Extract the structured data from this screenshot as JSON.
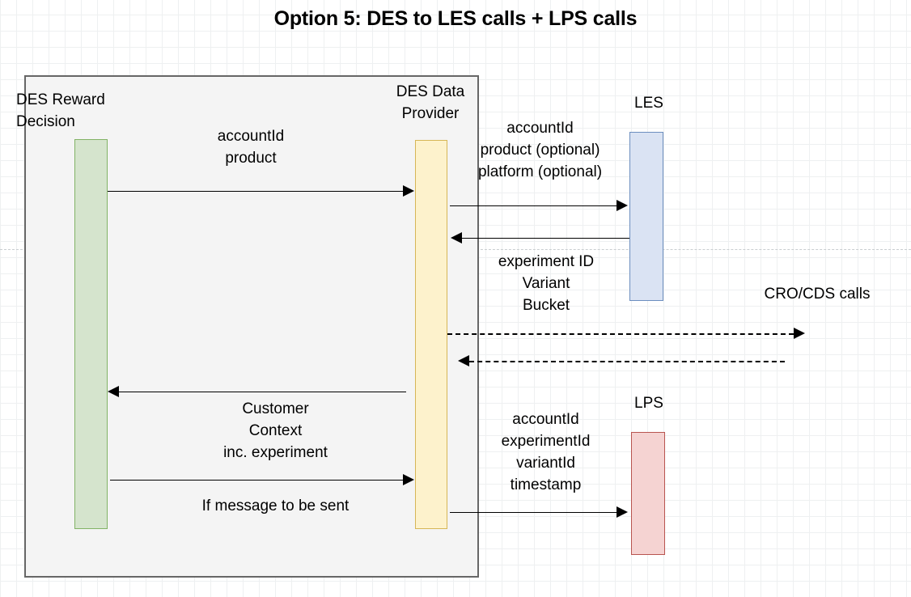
{
  "title": "Option 5: DES to LES calls + LPS calls",
  "diagram": {
    "type": "sequence-diagram",
    "background": "graph-paper-grid",
    "container": {
      "name": "des-boundary",
      "fill": "#f4f4f4",
      "stroke": "#666666"
    },
    "participants": [
      {
        "id": "des-reward-decision",
        "label": "DES Reward\nDecision",
        "label_line1": "DES Reward",
        "label_line2": "Decision",
        "bar_fill": "#d5e4cd",
        "bar_stroke": "#82b366",
        "inside_container": true
      },
      {
        "id": "des-data-provider",
        "label": "DES Data\nProvider",
        "label_line1": "DES Data",
        "label_line2": "Provider",
        "bar_fill": "#fdf2cc",
        "bar_stroke": "#d6b656",
        "inside_container": true
      },
      {
        "id": "les",
        "label": "LES",
        "bar_fill": "#dae3f3",
        "bar_stroke": "#6c8ebf",
        "inside_container": false
      },
      {
        "id": "lps",
        "label": "LPS",
        "bar_fill": "#f5d3d2",
        "bar_stroke": "#b85450",
        "inside_container": false
      }
    ],
    "external_label": "CRO/CDS calls",
    "messages": [
      {
        "id": "msg-1",
        "from": "des-reward-decision",
        "to": "des-data-provider",
        "direction": "right",
        "style": "solid",
        "text_lines": [
          "accountId",
          "product"
        ]
      },
      {
        "id": "msg-2",
        "from": "des-data-provider",
        "to": "les",
        "direction": "right",
        "style": "solid",
        "text_lines": [
          "accountId",
          "product (optional)",
          "platform (optional)"
        ]
      },
      {
        "id": "msg-3",
        "from": "les",
        "to": "des-data-provider",
        "direction": "left",
        "style": "solid",
        "text_lines": [
          "experiment ID",
          "Variant",
          "Bucket"
        ]
      },
      {
        "id": "msg-4",
        "from": "des-data-provider",
        "to": "cro-cds",
        "direction": "right",
        "style": "dashed",
        "text_lines": []
      },
      {
        "id": "msg-5",
        "from": "cro-cds",
        "to": "des-data-provider",
        "direction": "left",
        "style": "dashed",
        "text_lines": []
      },
      {
        "id": "msg-6",
        "from": "des-data-provider",
        "to": "des-reward-decision",
        "direction": "left",
        "style": "solid",
        "text_lines": [
          "Customer",
          "Context",
          "inc. experiment"
        ]
      },
      {
        "id": "msg-7",
        "from": "des-reward-decision",
        "to": "des-data-provider",
        "direction": "right",
        "style": "solid",
        "text_lines": [
          "If message to be sent"
        ]
      },
      {
        "id": "msg-8",
        "from": "des-data-provider",
        "to": "lps",
        "direction": "right",
        "style": "solid",
        "text_lines": [
          "accountId",
          "experimentId",
          "variantId",
          "timestamp"
        ]
      }
    ]
  },
  "labels": {
    "des_reward_l1": "DES Reward",
    "des_reward_l2": "Decision",
    "des_data_l1": "DES Data",
    "des_data_l2": "Provider",
    "les": "LES",
    "lps": "LPS",
    "cro_cds": "CRO/CDS calls",
    "msg1_l1": "accountId",
    "msg1_l2": "product",
    "msg2_l1": "accountId",
    "msg2_l2": "product (optional)",
    "msg2_l3": "platform (optional)",
    "msg3_l1": "experiment ID",
    "msg3_l2": "Variant",
    "msg3_l3": "Bucket",
    "msg6_l1": "Customer",
    "msg6_l2": "Context",
    "msg6_l3": "inc. experiment",
    "msg7_l1": "If message to be sent",
    "msg8_l1": "accountId",
    "msg8_l2": "experimentId",
    "msg8_l3": "variantId",
    "msg8_l4": "timestamp"
  },
  "colors": {
    "green_fill": "#d5e4cd",
    "green_stroke": "#82b366",
    "yellow_fill": "#fdf2cc",
    "yellow_stroke": "#d6b656",
    "blue_fill": "#dae3f3",
    "blue_stroke": "#6c8ebf",
    "red_fill": "#f5d3d2",
    "red_stroke": "#b85450",
    "container_fill": "#f4f4f4",
    "container_stroke": "#666666",
    "text": "#000000"
  }
}
